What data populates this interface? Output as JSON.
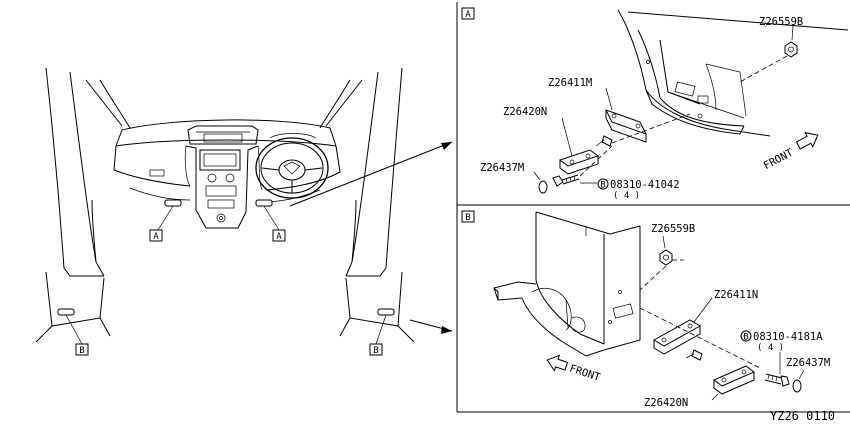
{
  "view_labels": {
    "a": "A",
    "b": "B"
  },
  "panel_a": {
    "nut_part": "Z26559B",
    "bracket_part": "Z26411M",
    "mount_part": "Z26420N",
    "cap_part": "Z26437M",
    "bolt_part": "08310-41042",
    "bolt_qty": "( 4 )",
    "bolt_circle": "B",
    "direction": "FRONT"
  },
  "panel_b": {
    "nut_part": "Z26559B",
    "bracket_part": "Z26411N",
    "mount_part": "Z26420N",
    "cap_part": "Z26437M",
    "bolt_part": "08310-4181A",
    "bolt_qty": "( 4 )",
    "bolt_circle": "B",
    "direction": "FRONT"
  },
  "diagram_code": "YZ26 0110"
}
